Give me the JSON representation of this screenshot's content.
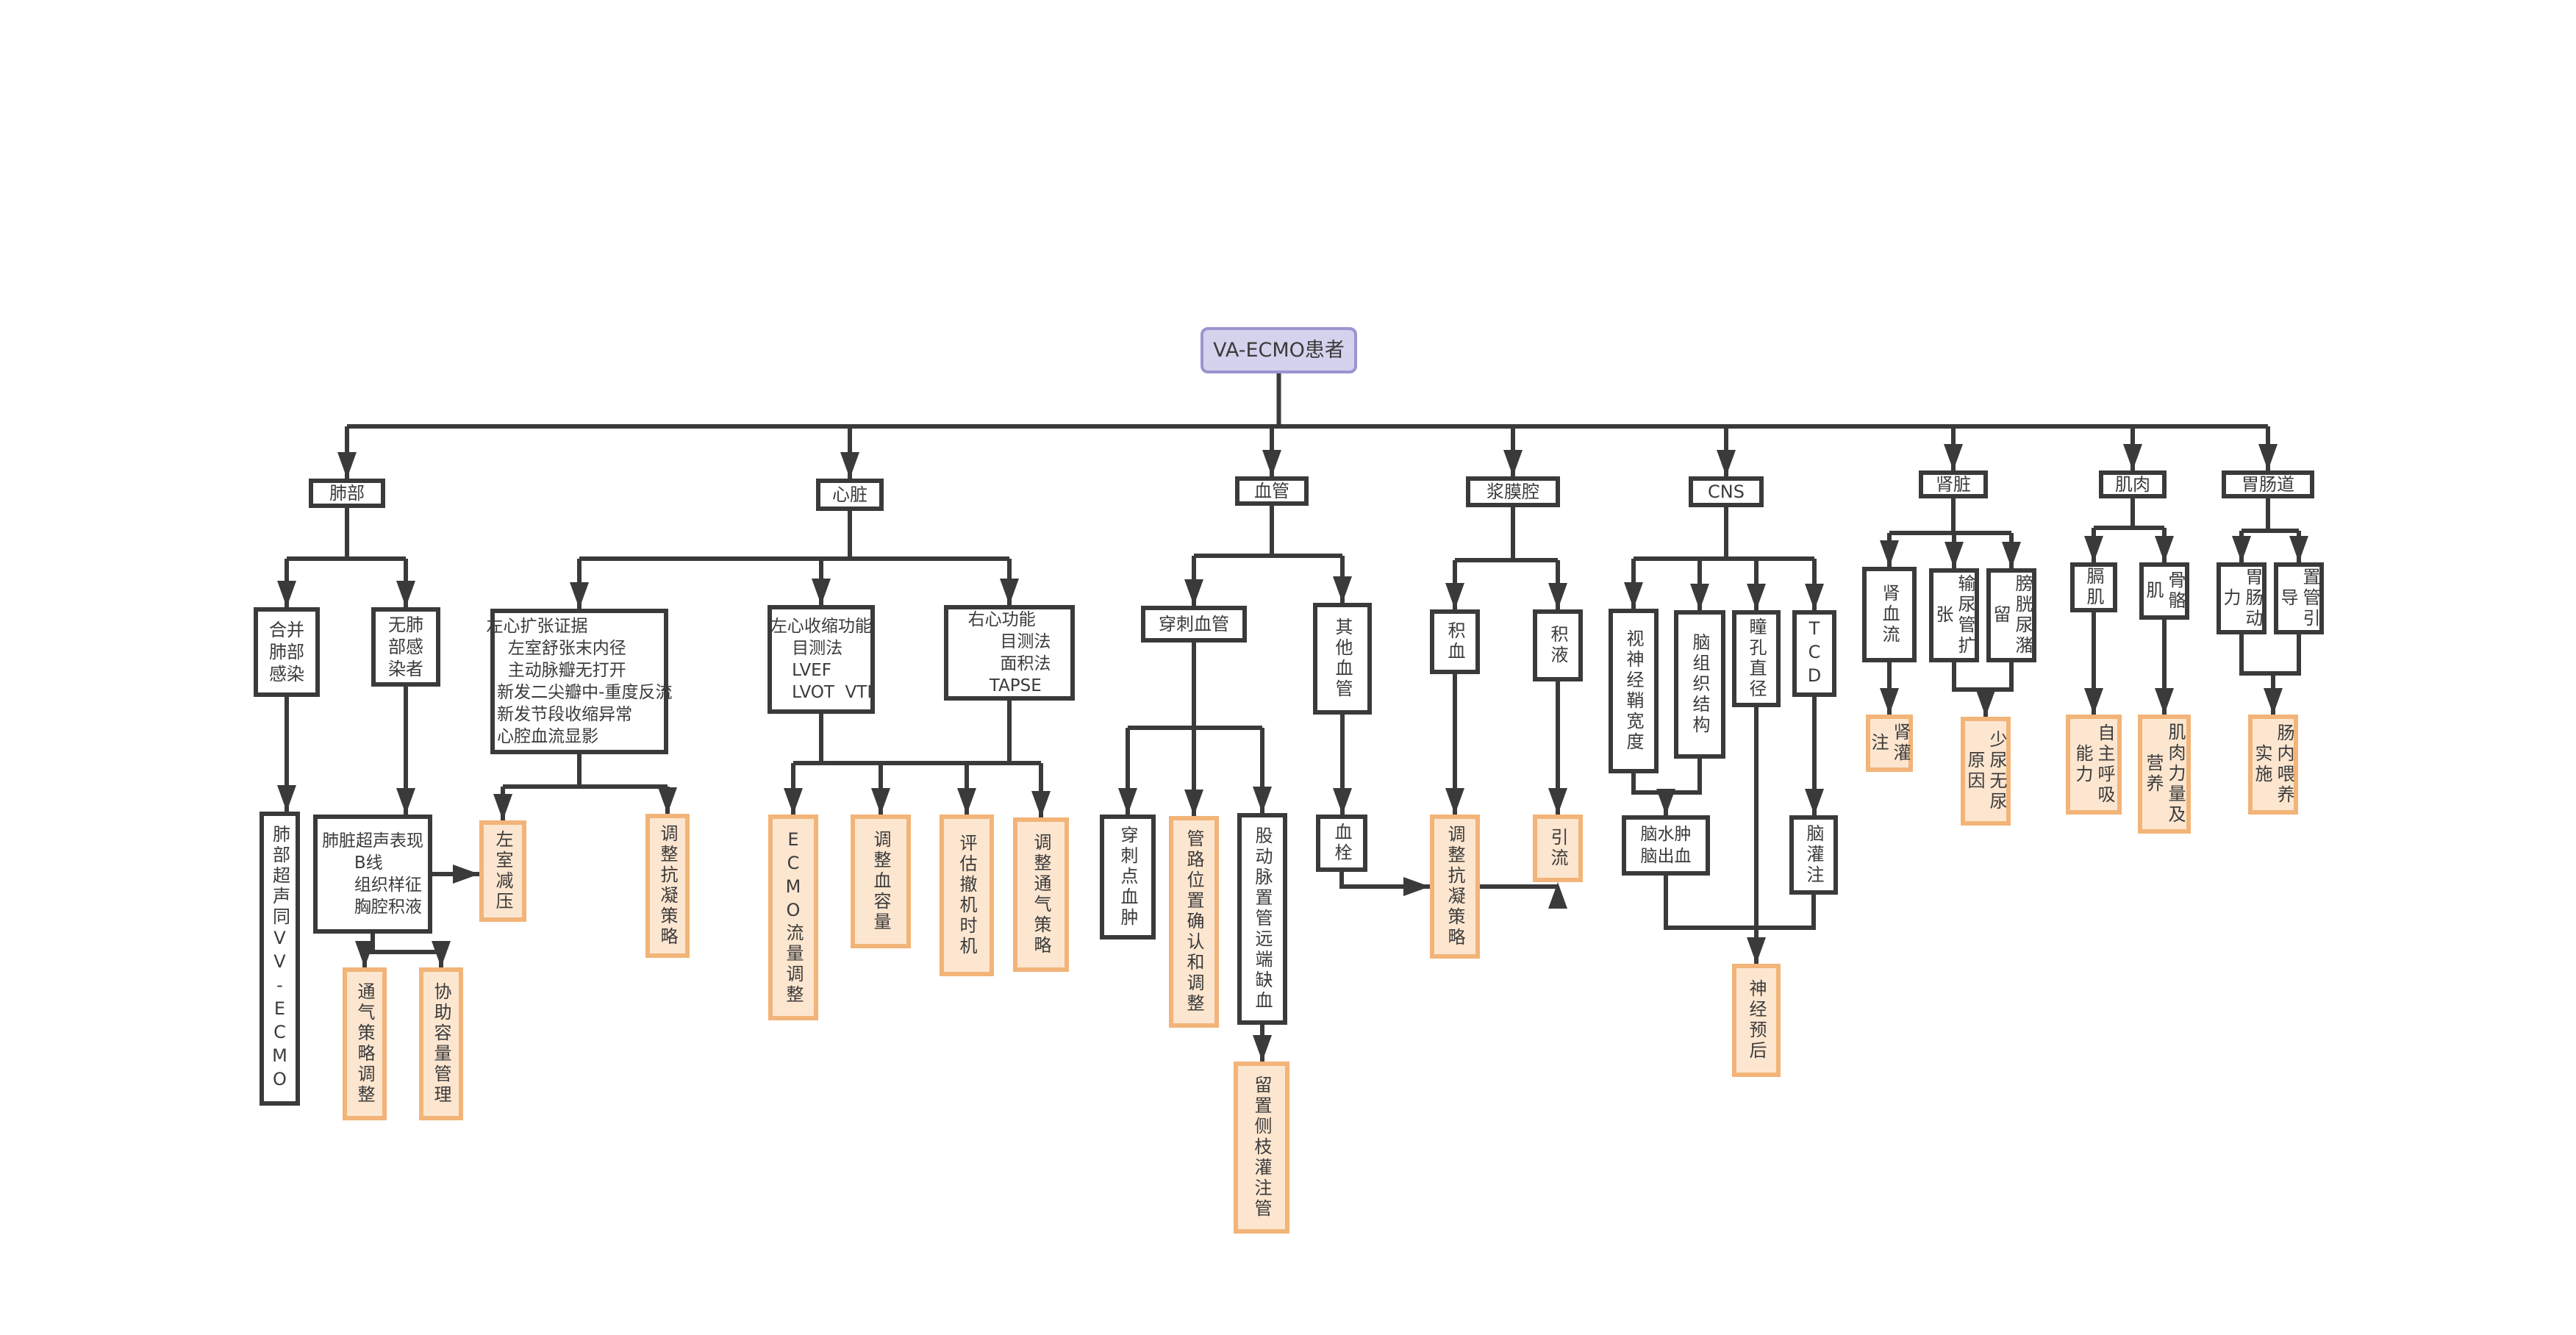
{
  "root": {
    "label": "VA-ECMO患者"
  },
  "colors": {
    "root_fill": "#d4d2ec",
    "root_border": "#9a94cf",
    "action_fill": "#fce6d0",
    "action_border": "#f2b478",
    "line": "#3a3a3a"
  },
  "categories": {
    "lung": {
      "label": "肺部",
      "combined_infection": "合并肺部感染",
      "no_infection": "无肺部感染者",
      "vv_ecmo": "肺部超声同VV-ECMO",
      "ultrasound": "肺脏超声表现\n      B线\n      组织样征\n      胸腔积液",
      "actions": [
        "通气策略调整",
        "协助容量管理"
      ]
    },
    "heart": {
      "label": "心脏",
      "lv_dilation": "左心扩张证据\n    左室舒张末内径\n    主动脉瓣无打开\n  新发二尖瓣中-重度反流\n  新发节段收缩异常\n  心腔血流显影",
      "lv_systolic": "左心收缩功能\n    目测法\n    LVEF\n    LVOT  VTI",
      "rv_function": "右心功能\n      目测法\n      面积法\n    TAPSE",
      "lv_actions": [
        "左室减压",
        "调整抗凝策略"
      ],
      "func_actions": [
        "ECMO流量调整",
        "调整血容量",
        "评估撤机时机",
        "调整通气策略"
      ]
    },
    "vessel": {
      "label": "血管",
      "puncture": "穿刺血管",
      "other": "其他血管",
      "puncture_children": [
        "穿刺点血肿",
        "管路位置确认和调整",
        "股动脉置管远端缺血"
      ],
      "thrombus": "血栓",
      "ischemia_action": "留置侧枝灌注管"
    },
    "serosa": {
      "label": "浆膜腔",
      "hemo": "积血",
      "effusion": "积液",
      "anticoag_action": "调整抗凝策略",
      "drain_action": "引流"
    },
    "cns": {
      "label": "CNS",
      "children": [
        "视神经鞘宽度",
        "脑组织结构",
        "瞳孔直径",
        "TCD"
      ],
      "edema": "脑水肿\n脑出血",
      "perfusion": "脑灌注",
      "action": "神经预后"
    },
    "kidney": {
      "label": "肾脏",
      "children": [
        "肾血流",
        "输尿管扩张",
        "膀胱尿潴留"
      ],
      "actions": [
        "肾灌注",
        "少尿无尿原因"
      ]
    },
    "muscle": {
      "label": "肌肉",
      "children": [
        "膈肌",
        "骨骼肌"
      ],
      "actions": [
        "自主呼吸能力",
        "肌肉力量及营养"
      ]
    },
    "gi": {
      "label": "胃肠道",
      "children": [
        "胃肠动力",
        "置管引导"
      ],
      "action": "肠内喂养实施"
    }
  }
}
